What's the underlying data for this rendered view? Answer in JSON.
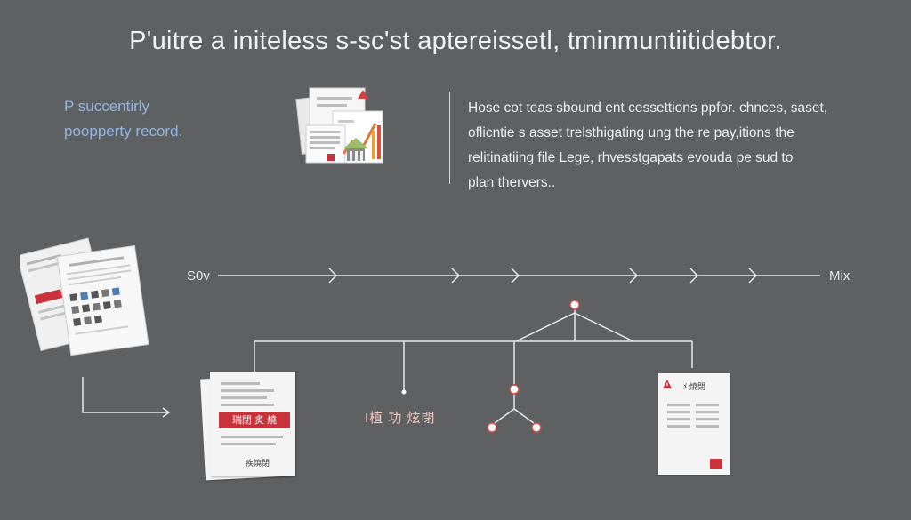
{
  "title": "P'uitre a initeless s-sc'st aptereissetl, tminmuntiitidebtor.",
  "subtitle": {
    "line1": "P succentirly",
    "line2": "poopperty record."
  },
  "description": {
    "lines": [
      "Hose cot teas sbound ent cessettions ppfor. chnces, saset,",
      "oflicntie s asset trelsthigating ung the re pay,itions the",
      "relitinatiing file Lege, rhvesstgapats evouda pe sud to",
      "plan thervers.."
    ]
  },
  "timeline": {
    "start_label": "S0v",
    "end_label": "Mix"
  },
  "middle_label": "I植 功 炫閉",
  "document_left": {
    "band_text": "瑞閉 炙 燒",
    "caption": "疾燒閉"
  },
  "document_right": {
    "header_text": "ﾒ 燒閉"
  },
  "colors": {
    "background": "#5f6062",
    "accent_red": "#c8323a",
    "subtitle_blue": "#8fb6e3",
    "line": "#e8e8e8"
  }
}
